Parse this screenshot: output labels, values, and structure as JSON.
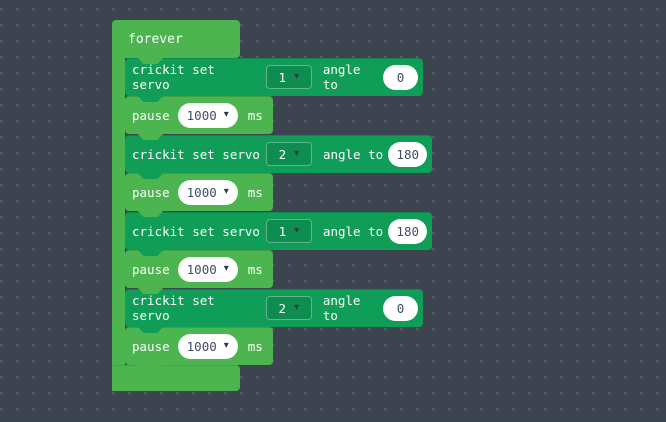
{
  "app": {
    "name": "MakeCode block editor workspace"
  },
  "colors": {
    "background": "#3c4450",
    "grid_dot": "#58616e",
    "loops_green": "#4db550",
    "crickit_green": "#0f9d58",
    "field_background": "#ffffff",
    "field_text": "#434b66",
    "dropdown_arrow": "#2f3847"
  },
  "icons": {
    "chevron_down": "▾"
  },
  "program": {
    "labels": {
      "forever": "forever",
      "crickit_prefix": "crickit set servo",
      "angle_to": "angle to",
      "pause": "pause",
      "ms": "ms"
    },
    "rows": [
      {
        "kind": "crickit",
        "servo": "1",
        "angle": "0"
      },
      {
        "kind": "pause",
        "duration": "1000"
      },
      {
        "kind": "crickit",
        "servo": "2",
        "angle": "180"
      },
      {
        "kind": "pause",
        "duration": "1000"
      },
      {
        "kind": "crickit",
        "servo": "1",
        "angle": "180"
      },
      {
        "kind": "pause",
        "duration": "1000"
      },
      {
        "kind": "crickit",
        "servo": "2",
        "angle": "0"
      },
      {
        "kind": "pause",
        "duration": "1000"
      }
    ]
  }
}
